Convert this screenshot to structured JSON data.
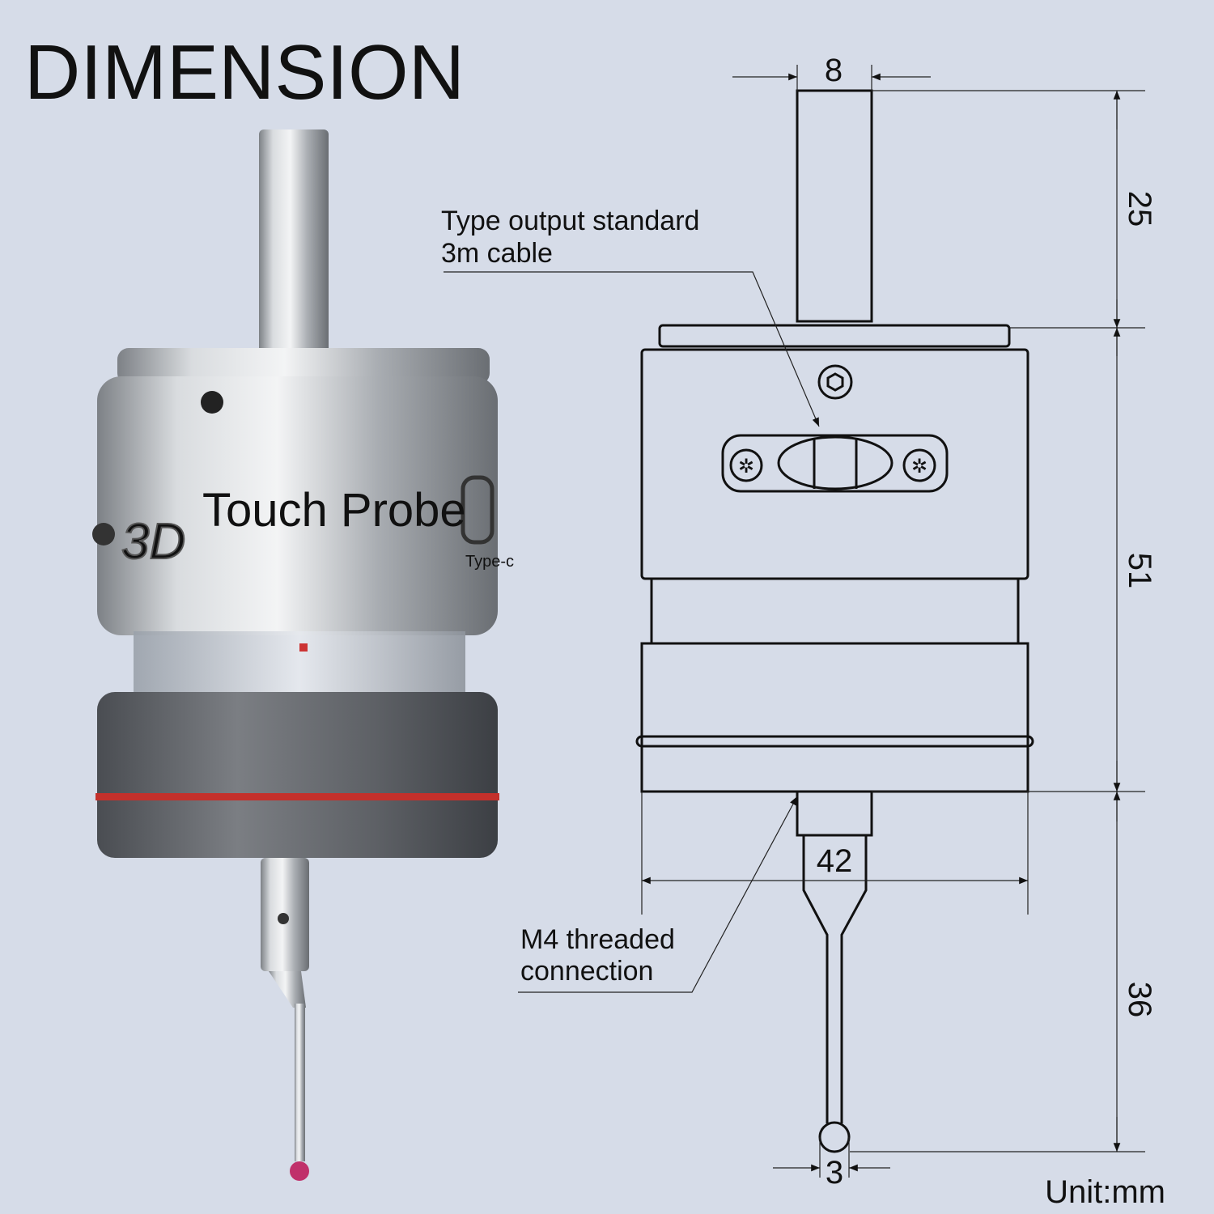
{
  "title": "DIMENSION",
  "product": {
    "brand_mark": "3D",
    "engraving": "Touch Probe",
    "port_label": "Type-c"
  },
  "drawing": {
    "dim_shank_diameter": "8",
    "dim_shank_length": "25",
    "dim_body_height": "51",
    "dim_body_diameter": "42",
    "dim_stylus_length": "36",
    "dim_ball_diameter": "3",
    "callout_cable_line1": "Type output standard",
    "callout_cable_line2": "3m cable",
    "callout_thread_line1": "M4 threaded",
    "callout_thread_line2": "connection",
    "unit": "Unit:mm"
  },
  "colors": {
    "background": "#d6dce8",
    "ring": "#c4302b",
    "ruby": "#c0306a"
  }
}
